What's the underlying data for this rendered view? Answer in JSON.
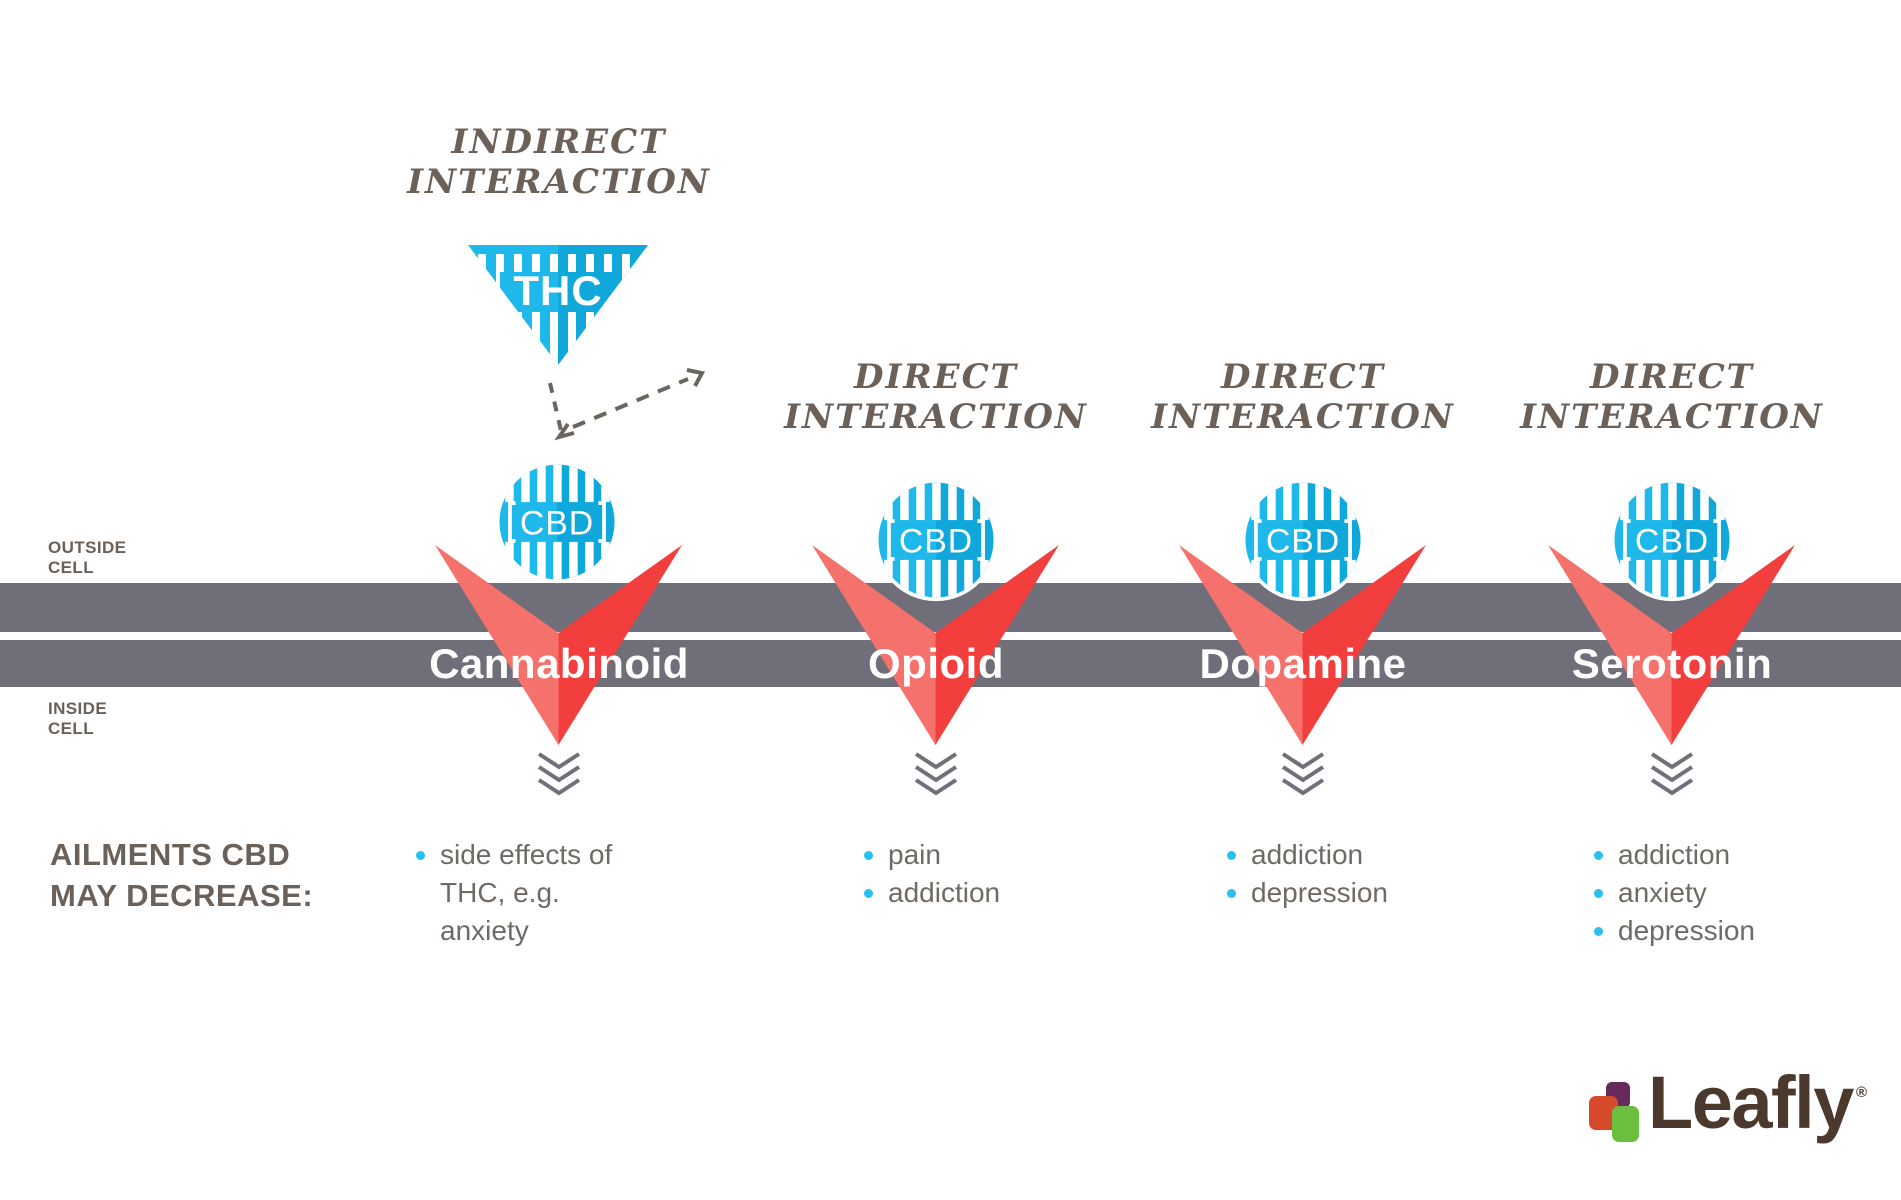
{
  "diagram": {
    "cell_labels": {
      "outside_line1": "OUTSIDE",
      "outside_line2": "CELL",
      "inside_line1": "INSIDE",
      "inside_line2": "CELL"
    },
    "molecules": {
      "thc": "THC",
      "cbd": "CBD"
    },
    "receptors": [
      {
        "interaction_line1": "INDIRECT",
        "interaction_line2": "INTERACTION",
        "name": "Cannabinoid",
        "ailments": [
          "side effects of THC, e.g. anxiety"
        ]
      },
      {
        "interaction_line1": "DIRECT",
        "interaction_line2": "INTERACTION",
        "name": "Opioid",
        "ailments": [
          "pain",
          "addiction"
        ]
      },
      {
        "interaction_line1": "DIRECT",
        "interaction_line2": "INTERACTION",
        "name": "Dopamine",
        "ailments": [
          "addiction",
          "depression"
        ]
      },
      {
        "interaction_line1": "DIRECT",
        "interaction_line2": "INTERACTION",
        "name": "Serotonin",
        "ailments": [
          "addiction",
          "anxiety",
          "depression"
        ]
      }
    ],
    "ailments_heading_line1": "AILMENTS CBD",
    "ailments_heading_line2": "MAY DECREASE:",
    "brand": {
      "name": "Leafly",
      "registered": "®"
    },
    "colors": {
      "cyan": "#1FB8EA",
      "cyan_dark": "#10A7DA",
      "red_light": "#F5716C",
      "red_dark": "#F23E3C",
      "membrane": "#6F6E79",
      "heading": "#6B6159",
      "body_text": "#6F6A64",
      "bullet": "#29BFF0",
      "chevron": "#70707A",
      "dash": "#6A655E",
      "leafly_text": "#4A392C",
      "leafly_orange": "#D6492B",
      "leafly_purple": "#662A5B",
      "leafly_green": "#6CBE3F"
    }
  }
}
